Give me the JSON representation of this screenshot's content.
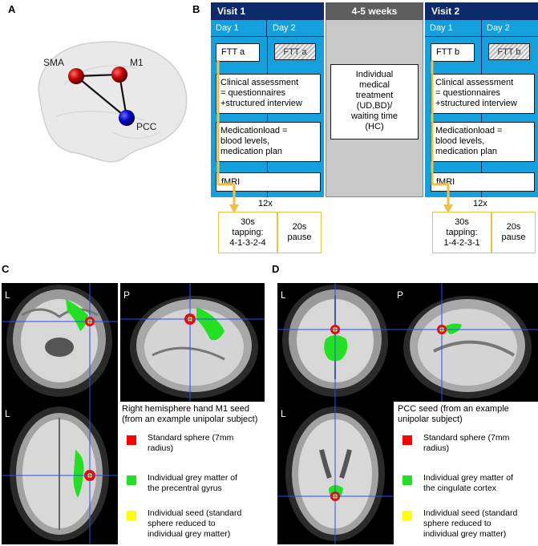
{
  "panels": {
    "a": {
      "letter": "A",
      "nodes": {
        "sma": "SMA",
        "m1": "M1",
        "pcc": "PCC"
      }
    },
    "b": {
      "letter": "B",
      "visit1": {
        "title": "Visit 1",
        "day1": "Day 1",
        "day2": "Day 2",
        "ftt1": "FTT a",
        "ftt2": "FTT a"
      },
      "gap": {
        "title": "4-5 weeks",
        "text": "Individual\nmedical\ntreatment\n(UD,BD)/\nwaiting time\n(HC)"
      },
      "visit2": {
        "title": "Visit 2",
        "day1": "Day 1",
        "day2": "Day 2",
        "ftt1": "FTT b",
        "ftt2": "FTT b"
      },
      "clinical": "Clinical assessment\n= questionnaires\n+structured interview",
      "medication": "Medicationload =\nblood levels,\nmedication plan",
      "fmri": "fMRI",
      "repeats": "12x",
      "tap1": "30s\ntapping:\n4-1-3-2-4",
      "pause1": "20s\npause",
      "tap2": "30s\ntapping:\n1-4-2-3-1",
      "pause2": "20s\npause"
    },
    "c": {
      "letter": "C",
      "views": {
        "coronal": "L",
        "sagittal": "P",
        "axial": "L"
      },
      "title": "Right hemisphere hand M1 seed\n(from an example unipolar subject)",
      "legend": [
        {
          "color": "#ff0000",
          "text": "Standard sphere (7mm\nradius)"
        },
        {
          "color": "#22e022",
          "text": "Individual grey matter of\nthe precentral gyrus"
        },
        {
          "color": "#ffff00",
          "text": "Individual seed (standard\nsphere reduced to\nindividual grey matter)"
        }
      ]
    },
    "d": {
      "letter": "D",
      "views": {
        "coronal": "L",
        "sagittal": "P",
        "axial": "L"
      },
      "title": "PCC seed (from an example\nunipolar subject)",
      "legend": [
        {
          "color": "#ff0000",
          "text": "Standard sphere (7mm\nradius)"
        },
        {
          "color": "#22e022",
          "text": "Individual grey matter of\nthe cingulate cortex"
        },
        {
          "color": "#ffff00",
          "text": "Individual seed (standard\nsphere reduced to\nindividual grey matter)"
        }
      ]
    }
  }
}
